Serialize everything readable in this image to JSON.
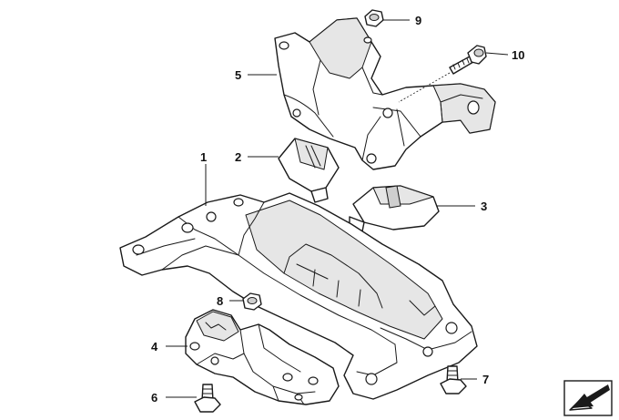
{
  "callouts": {
    "c1": "1",
    "c2": "2",
    "c3": "3",
    "c4": "4",
    "c5": "5",
    "c6": "6",
    "c7": "7",
    "c8": "8",
    "c9": "9",
    "c10": "10"
  },
  "icons": {
    "corner": "arrow-down-left-icon"
  },
  "colors": {
    "line": "#1a1a1a",
    "background": "#ffffff"
  }
}
